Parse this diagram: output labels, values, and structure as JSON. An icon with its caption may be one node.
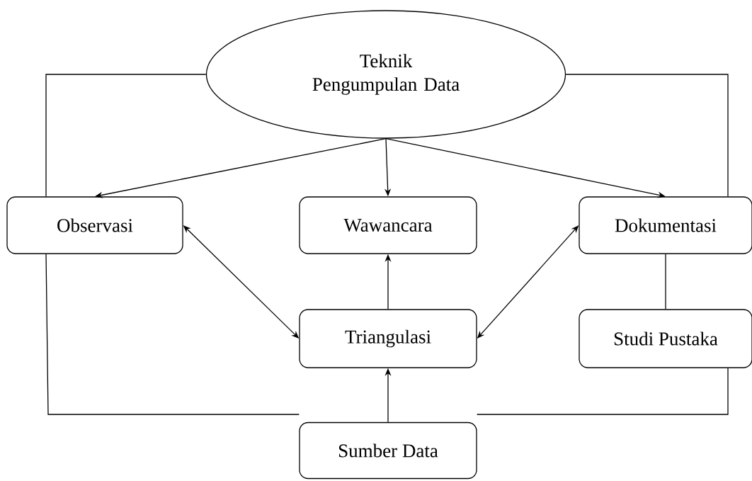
{
  "diagram": {
    "nodes": [
      {
        "text": [
          "Teknik Pengumpulan Data"
        ]
      },
      {
        "text": [
          "Observasi"
        ]
      },
      {
        "text": [
          "Wawancara"
        ]
      },
      {
        "text": [
          "Dokumentasi"
        ]
      },
      {
        "text": [
          "Triangulasi"
        ]
      },
      {
        "text": [
          "Studi Pustaka"
        ]
      },
      {
        "text": [
          "Sumber Data"
        ]
      }
    ],
    "edges": [
      {
        "from": 0,
        "to": 1,
        "arrow": "to"
      },
      {
        "from": 0,
        "to": 2,
        "arrow": "to"
      },
      {
        "from": 0,
        "to": 3,
        "arrow": "to"
      },
      {
        "from": 1,
        "to": 4,
        "arrow": "both"
      },
      {
        "from": 3,
        "to": 4,
        "arrow": "both"
      },
      {
        "from": 4,
        "to": 2,
        "arrow": "to"
      },
      {
        "from": 6,
        "to": 4,
        "arrow": "to"
      },
      {
        "from": 0,
        "to": 1,
        "arrow": "none"
      },
      {
        "from": 0,
        "to": 3,
        "arrow": "none"
      },
      {
        "from": 1,
        "to": 6,
        "arrow": "none"
      },
      {
        "from": 6,
        "to": 5,
        "arrow": "none"
      },
      {
        "from": 3,
        "to": 5,
        "arrow": "none"
      }
    ]
  }
}
